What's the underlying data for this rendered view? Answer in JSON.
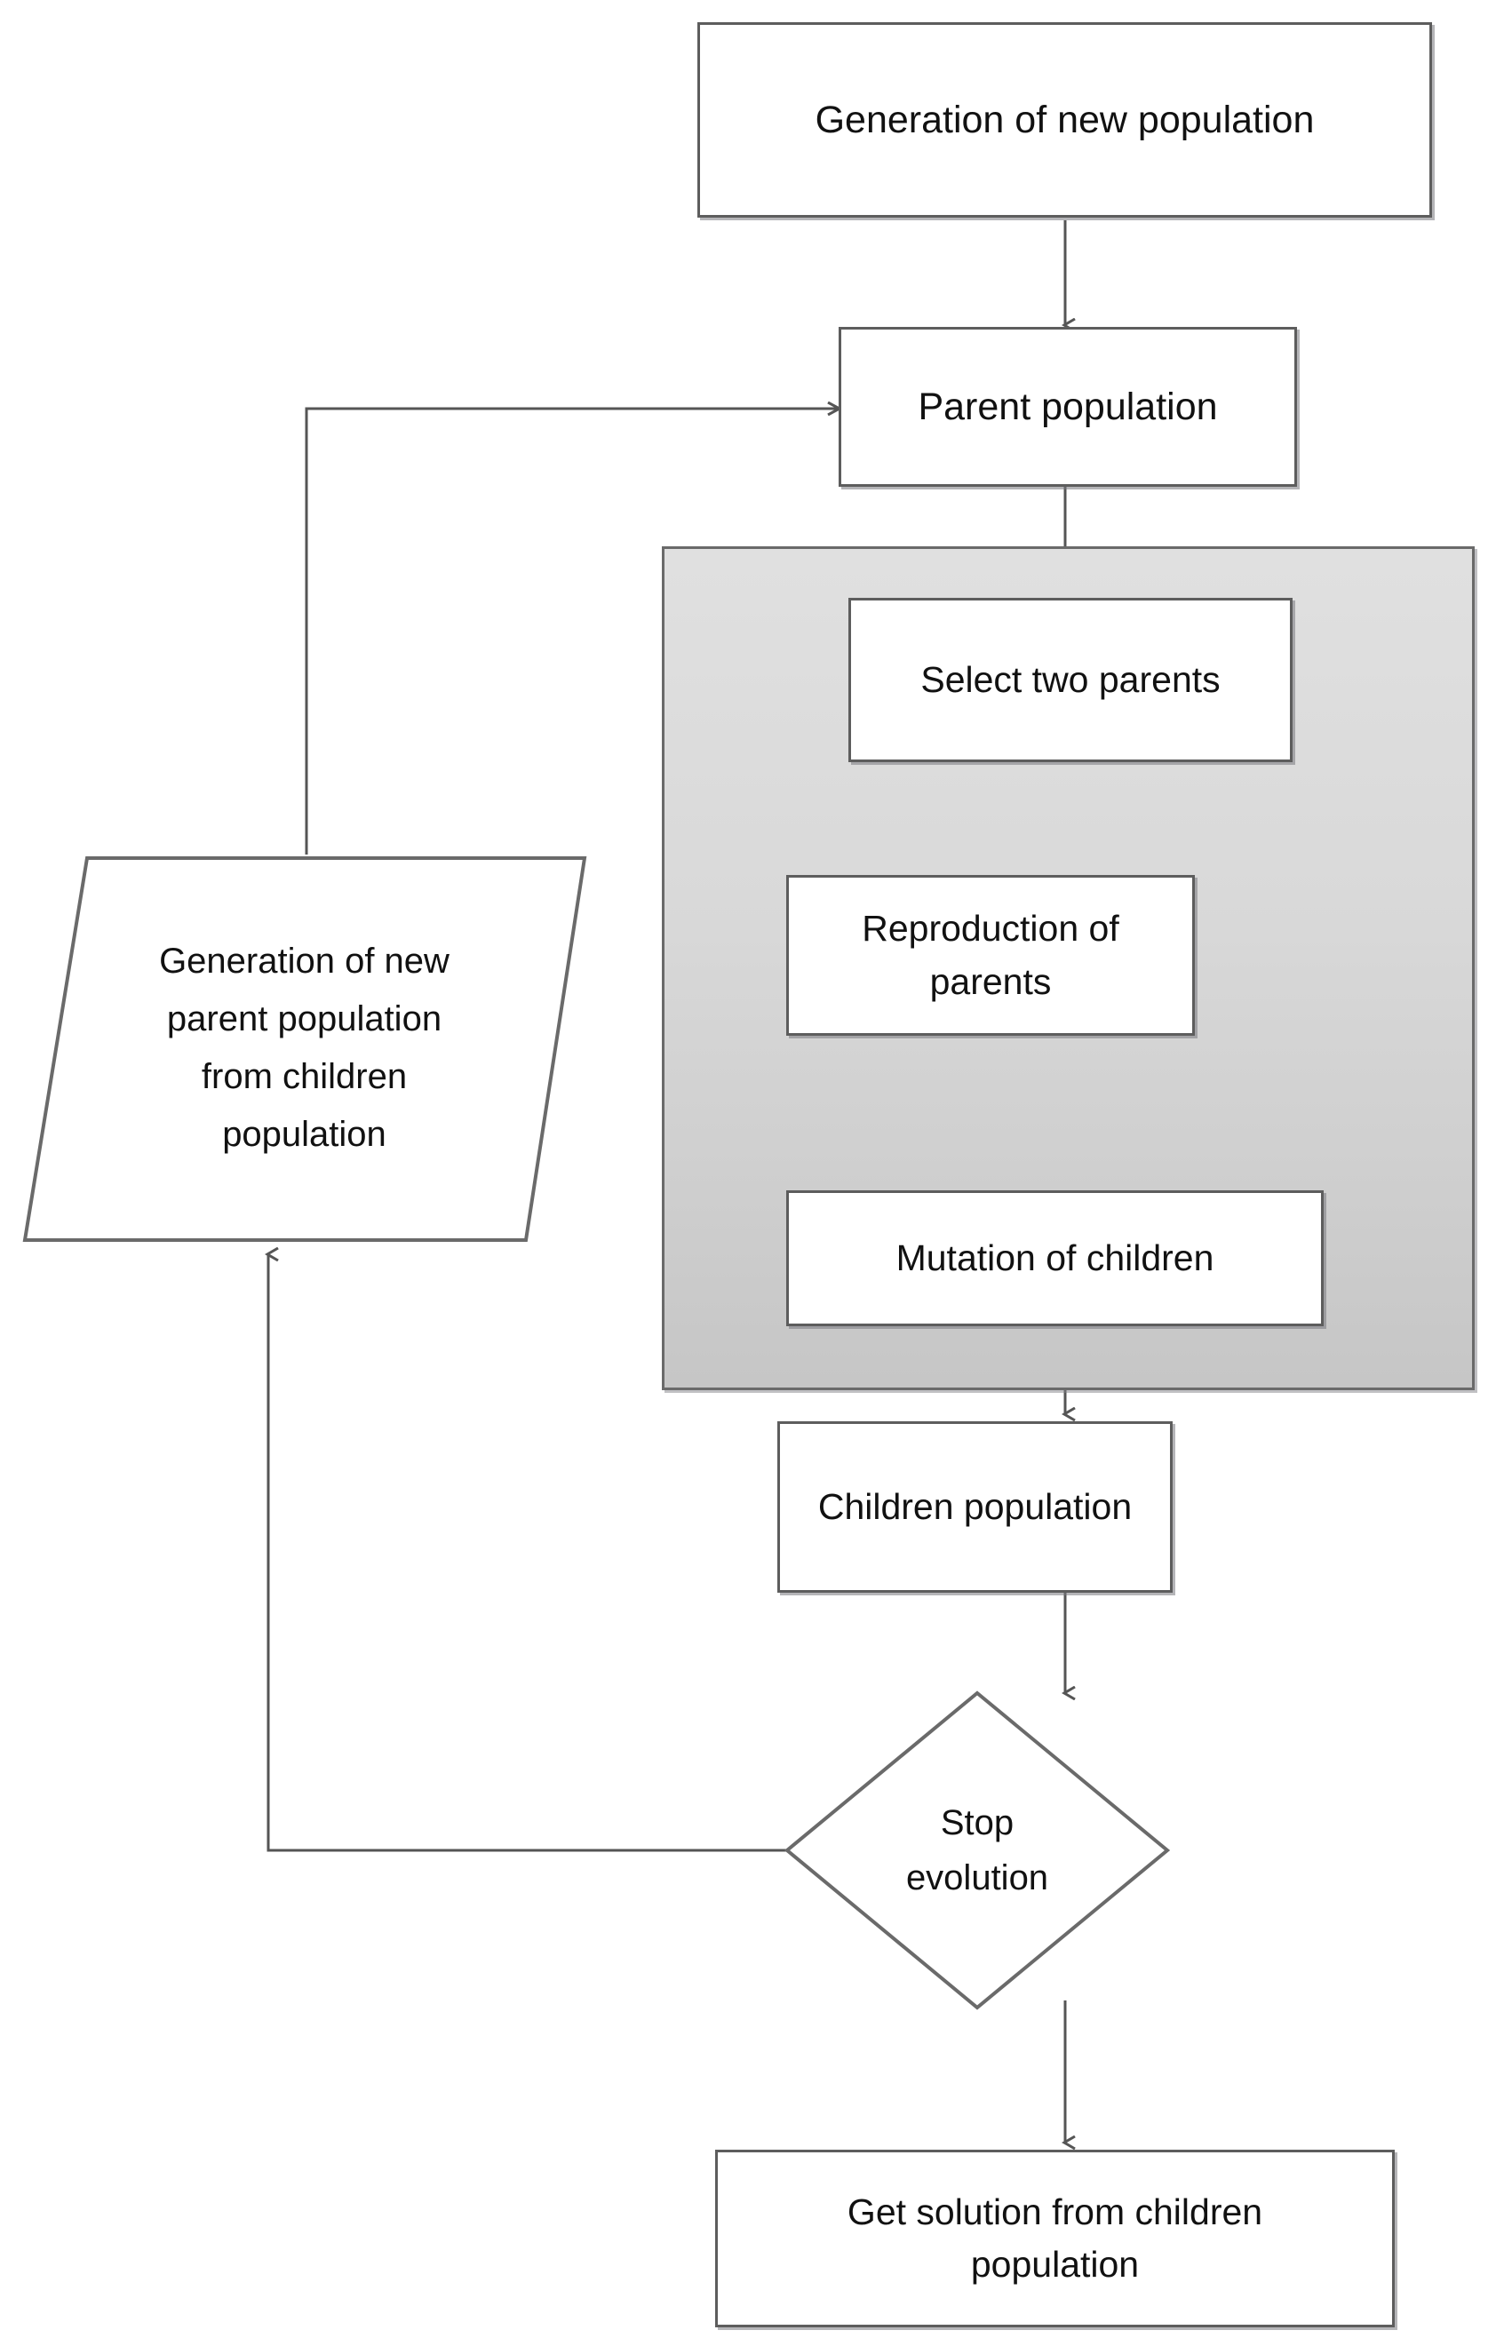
{
  "diagram": {
    "title_node": "Generation of new population",
    "nodes": {
      "generation_new_population": "Generation of new population",
      "parent_population": "Parent population",
      "select_two_parents": "Select two parents",
      "reproduction_of_parents": "Reproduction of parents",
      "mutation_of_children": "Mutation of children",
      "children_population": "Children population",
      "stop_evolution_line1": "Stop",
      "stop_evolution_line2": "evolution",
      "get_solution_line1": "Get solution from children",
      "get_solution_line2": "population",
      "new_parent_population_line1": "Generation of new",
      "new_parent_population_line2": "parent population",
      "new_parent_population_line3": "from children",
      "new_parent_population_line4": "population"
    },
    "colors": {
      "node_fill": "#ffffff",
      "node_border": "#5d5d5d",
      "group_fill_top": "#e0e0e0",
      "group_fill_bottom": "#c6c6c6",
      "group_border": "#6a6a6a",
      "connector": "#555555",
      "text": "#111111",
      "page_background": "#ffffff"
    },
    "edges": [
      {
        "from": "generation_new_population",
        "to": "parent_population",
        "kind": "arrow-down"
      },
      {
        "from": "parent_population",
        "to": "select_two_parents",
        "kind": "arrow-down"
      },
      {
        "from": "select_two_parents",
        "to": "reproduction_of_parents",
        "kind": "arrow-down"
      },
      {
        "from": "reproduction_of_parents",
        "to": "mutation_of_children",
        "kind": "arrow-down"
      },
      {
        "from": "mutation_of_children",
        "to": "children_population",
        "kind": "arrow-down"
      },
      {
        "from": "children_population",
        "to": "stop_evolution",
        "kind": "arrow-down"
      },
      {
        "from": "stop_evolution",
        "to": "get_solution",
        "kind": "arrow-down"
      },
      {
        "from": "stop_evolution",
        "to": "new_parent_population",
        "kind": "feedback-left-up"
      },
      {
        "from": "new_parent_population",
        "to": "parent_population",
        "kind": "feedback-up-right"
      }
    ]
  }
}
